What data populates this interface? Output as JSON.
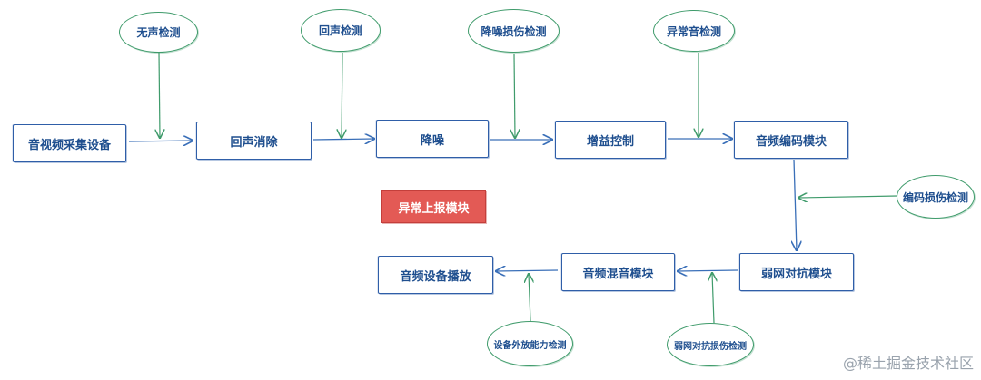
{
  "boxes": {
    "capture": "音视频采集设备",
    "echo_cancel": "回声消除",
    "denoise": "降噪",
    "gain": "增益控制",
    "encode": "音频编码模块",
    "weak_net": "弱网对抗模块",
    "mix": "音频混音模块",
    "playback": "音频设备播放",
    "report": "异常上报模块"
  },
  "detectors": {
    "silence": "无声检测",
    "echo": "回声检测",
    "denoise_damage": "降噪损伤检测",
    "abnormal_sound": "异常音检测",
    "encode_damage": "编码损伤检测",
    "weak_net_damage": "弱网对抗损伤检测",
    "device_capability": "设备外放能力检测"
  },
  "watermark": "@稀土掘金技术社区",
  "colors": {
    "box_border": "#2f5ea8",
    "box_text": "#1f4f8f",
    "flow_arrow": "#3a6fb8",
    "detector_border": "#3f9b6b",
    "report_fill": "#e35a55"
  }
}
